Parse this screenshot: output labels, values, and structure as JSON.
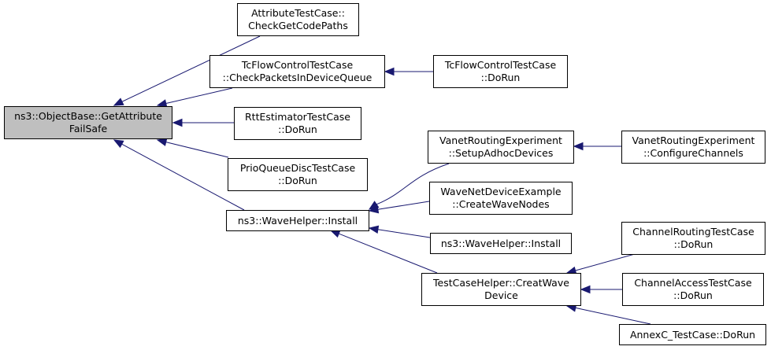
{
  "colors": {
    "edge": "#191970",
    "border": "#000000",
    "root_fill": "#bfbfbf",
    "node_fill": "#ffffff"
  },
  "nodes": {
    "root": {
      "line1": "ns3::ObjectBase::GetAttribute",
      "line2": "FailSafe"
    },
    "attr_test": {
      "line1": "AttributeTestCase::",
      "line2": "CheckGetCodePaths"
    },
    "tcflow_check": {
      "line1": "TcFlowControlTestCase",
      "line2": "::CheckPacketsInDeviceQueue"
    },
    "tcflow_dorun": {
      "line1": "TcFlowControlTestCase",
      "line2": "::DoRun"
    },
    "rtt_dorun": {
      "line1": "RttEstimatorTestCase",
      "line2": "::DoRun"
    },
    "prio_dorun": {
      "line1": "PrioQueueDiscTestCase",
      "line2": "::DoRun"
    },
    "wave_install": {
      "line1": "ns3::WaveHelper::Install"
    },
    "vanet_setup": {
      "line1": "VanetRoutingExperiment",
      "line2": "::SetupAdhocDevices"
    },
    "vanet_config": {
      "line1": "VanetRoutingExperiment",
      "line2": "::ConfigureChannels"
    },
    "wave_example": {
      "line1": "WaveNetDeviceExample",
      "line2": "::CreateWaveNodes"
    },
    "wave_install2": {
      "line1": "ns3::WaveHelper::Install"
    },
    "testcase_helper": {
      "line1": "TestCaseHelper::CreatWave",
      "line2": "Device"
    },
    "chan_routing": {
      "line1": "ChannelRoutingTestCase",
      "line2": "::DoRun"
    },
    "chan_access": {
      "line1": "ChannelAccessTestCase",
      "line2": "::DoRun"
    },
    "annexc": {
      "line1": "AnnexC_TestCase::DoRun"
    }
  }
}
